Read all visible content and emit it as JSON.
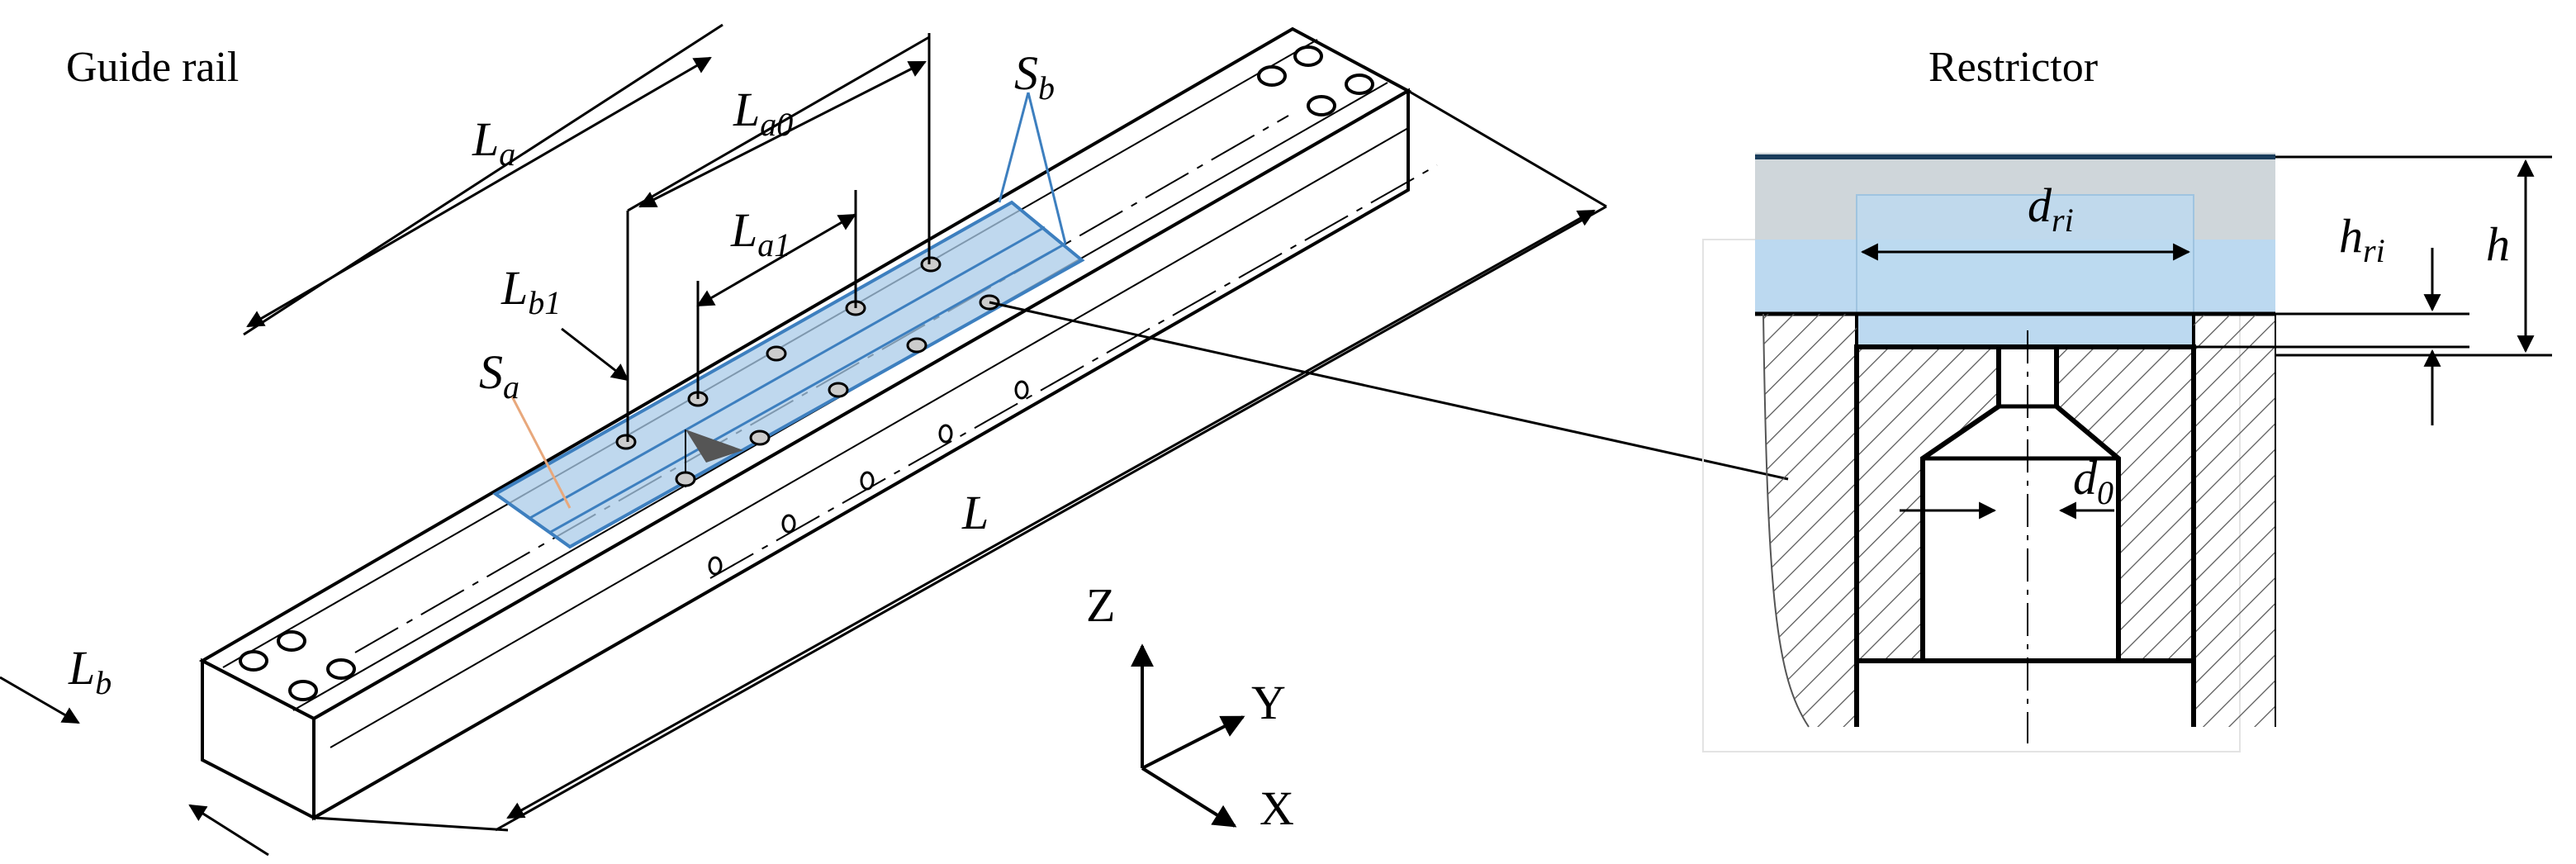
{
  "titles": {
    "guide_rail": "Guide rail",
    "restrictor": "Restrictor"
  },
  "labels": {
    "La": {
      "main": "L",
      "sub": "a"
    },
    "La0": {
      "main": "L",
      "sub": "a0"
    },
    "La1": {
      "main": "L",
      "sub": "a1"
    },
    "Lb1": {
      "main": "L",
      "sub": "b1"
    },
    "Lb": {
      "main": "L",
      "sub": "b"
    },
    "L": {
      "main": "L",
      "sub": ""
    },
    "Sa": {
      "main": "S",
      "sub": "a"
    },
    "Sb": {
      "main": "S",
      "sub": "b"
    },
    "dri": {
      "main": "d",
      "sub": "ri"
    },
    "hri": {
      "main": "h",
      "sub": "ri"
    },
    "h": {
      "main": "h",
      "sub": ""
    },
    "d0": {
      "main": "d",
      "sub": "0"
    }
  },
  "axes": {
    "z": "Z",
    "y": "Y",
    "x": "X"
  },
  "colors": {
    "line": "#000000",
    "pad_fill": "#a9cbe8",
    "pad_edge": "#3d7fbf",
    "film_fill": "#bcd9f0",
    "plate_fill": "#cfd6da",
    "hatch": "#555555"
  }
}
